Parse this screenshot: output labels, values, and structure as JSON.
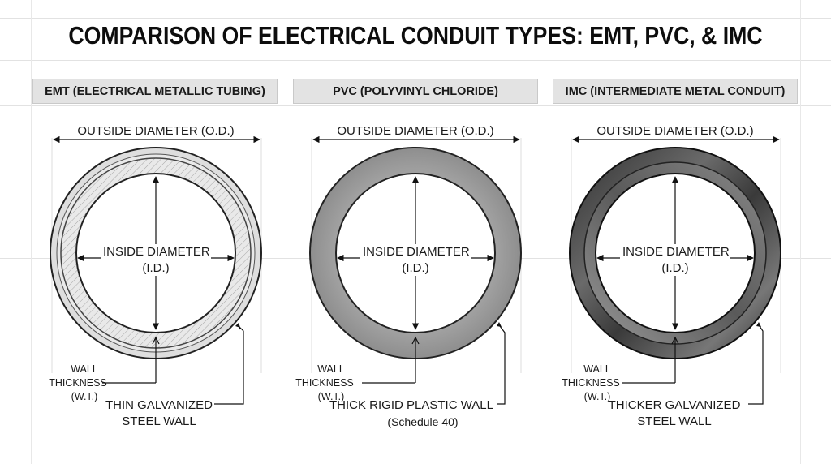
{
  "title": "COMPARISON OF ELECTRICAL CONDUIT TYPES: EMT, PVC, & IMC",
  "panels": [
    {
      "header": "EMT (ELECTRICAL METALLIC TUBING)",
      "od_label": "OUTSIDE DIAMETER (O.D.)",
      "id_label_1": "INSIDE DIAMETER",
      "id_label_2": "(I.D.)",
      "wt_label_1": "WALL",
      "wt_label_2": "THICKNESS",
      "wt_label_3": "(W.T.)",
      "material_1": "THIN GALVANIZED",
      "material_2": "STEEL WALL"
    },
    {
      "header": "PVC (POLYVINYL CHLORIDE)",
      "od_label": "OUTSIDE DIAMETER (O.D.)",
      "id_label_1": "INSIDE DIAMETER",
      "id_label_2": "(I.D.)",
      "wt_label_1": "WALL",
      "wt_label_2": "THICKNESS",
      "wt_label_3": "(W.T.)",
      "material_1": "THICK RIGID PLASTIC WALL",
      "material_2": "(Schedule 40)"
    },
    {
      "header": "IMC (INTERMEDIATE METAL CONDUIT)",
      "od_label": "OUTSIDE DIAMETER (O.D.)",
      "id_label_1": "INSIDE DIAMETER",
      "id_label_2": "(I.D.)",
      "wt_label_1": "WALL",
      "wt_label_2": "THICKNESS",
      "wt_label_3": "(W.T.)",
      "material_1": "THICKER GALVANIZED",
      "material_2": "STEEL WALL"
    }
  ],
  "colors": {
    "emt_wall": "#d4d4d4",
    "pvc_wall": "#9a9a9a",
    "imc_wall": "#4a4a4a",
    "header_bg": "#e3e3e3"
  }
}
